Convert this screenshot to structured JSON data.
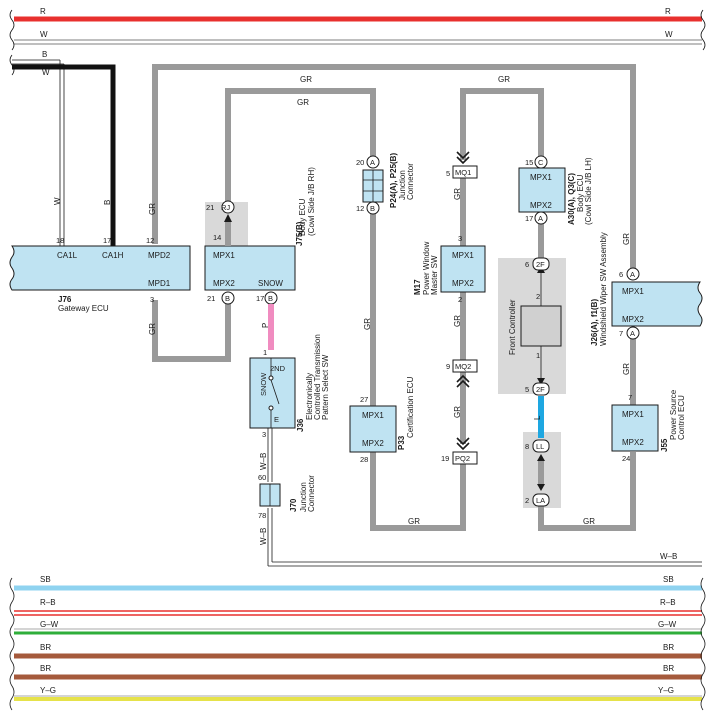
{
  "bus_wires": [
    {
      "label": "R",
      "color": "#e8302e"
    },
    {
      "label": "W",
      "color": "#ffffff"
    },
    {
      "label": "SB",
      "color": "#8fd3f0"
    },
    {
      "label": "R–B",
      "color": "#e8302e"
    },
    {
      "label": "G–W",
      "color": "#2fae3a"
    },
    {
      "label": "BR",
      "color": "#a55a3c"
    },
    {
      "label": "BR",
      "color": "#a55a3c"
    },
    {
      "label": "Y–G",
      "color": "#e6e24a"
    }
  ],
  "wire_labels": {
    "w": "W",
    "b": "B",
    "gr": "GR",
    "p": "P",
    "wb": "W–B",
    "l": "L"
  },
  "components": {
    "j76": {
      "code": "J76",
      "name": "Gateway ECU",
      "ca1l": "CA1L",
      "ca1h": "CA1H",
      "mpd2": "MPD2",
      "mpd1": "MPD1",
      "pin_ca1l": "18",
      "pin_ca1h": "17",
      "pin_mpd2": "12",
      "pin_mpd1": "3"
    },
    "j75": {
      "code": "J75(B)",
      "name1": "Body ECU",
      "name2": "(Cowl Side J/B RH)",
      "mpx1": "MPX1",
      "mpx2": "MPX2",
      "snow": "SNOW",
      "pin_mpx1": "14",
      "pin_mpx2": "21",
      "pin_snow": "17",
      "conn_top_pin": "21",
      "conn_top": "RJ",
      "conn_b": "B"
    },
    "j36": {
      "code": "J36",
      "name1": "Electronically",
      "name2": "Controlled Transmission",
      "name3": "Pattern Select SW",
      "snow": "SNOW",
      "nd": "2ND",
      "e": "E",
      "pin_top": "1",
      "pin_bot": "3"
    },
    "j70": {
      "code": "J70",
      "name1": "Junction",
      "name2": "Connector",
      "pin_top": "60",
      "pin_bot": "78"
    },
    "p24": {
      "code": "P24(A), P25(B)",
      "name1": "Junction",
      "name2": "Connector",
      "pin_top": "20",
      "conn_top": "A",
      "pin_bot": "12",
      "conn_bot": "B"
    },
    "p33": {
      "code": "P33",
      "name": "Certification ECU",
      "mpx1": "MPX1",
      "mpx2": "MPX2",
      "pin_mpx1": "27",
      "pin_mpx2": "28"
    },
    "m17": {
      "code": "M17",
      "name1": "Power Window",
      "name2": "Master SW",
      "mpx1": "MPX1",
      "mpx2": "MPX2",
      "pin_mpx1": "3",
      "pin_mpx2": "2",
      "mq1_pin": "5",
      "mq1": "MQ1",
      "mq2_pin": "9",
      "mq2": "MQ2",
      "pq2_pin": "19",
      "pq2": "PQ2"
    },
    "a30": {
      "code": "A30(A), Q3(C)",
      "name1": "Body ECU",
      "name2": "(Cowl Side J/B LH)",
      "mpx1": "MPX1",
      "mpx2": "MPX2",
      "pin_top": "15",
      "conn_top": "C",
      "pin_bot": "17",
      "conn_bot": "A"
    },
    "front": {
      "label": "Front Controller",
      "pin_top": "6",
      "conn_top": "2F",
      "pin_top_inner": "2",
      "pin_bot_inner": "1",
      "pin_bot": "5",
      "conn_bot": "2F",
      "ll_pin": "8",
      "ll": "LL",
      "la_pin": "2",
      "la": "LA"
    },
    "j26": {
      "code": "J26(A), f1(B)",
      "name": "Windshield Wiper SW Assembly",
      "mpx1": "MPX1",
      "mpx2": "MPX2",
      "pin_top": "6",
      "conn_top": "A",
      "pin_bot": "7",
      "conn_bot": "A"
    },
    "j55": {
      "code": "J55",
      "name1": "Power Source",
      "name2": "Control ECU",
      "mpx1": "MPX1",
      "mpx2": "MPX2",
      "pin_mpx1": "7",
      "pin_mpx2": "24"
    }
  },
  "colors": {
    "gr_wire": "#9a9a9a",
    "b_wire": "#111111",
    "p_wire": "#f08cc0",
    "l_wire": "#1ea7e1",
    "ecu_fill": "#bfe3f2",
    "shade": "#d9d9d9"
  }
}
